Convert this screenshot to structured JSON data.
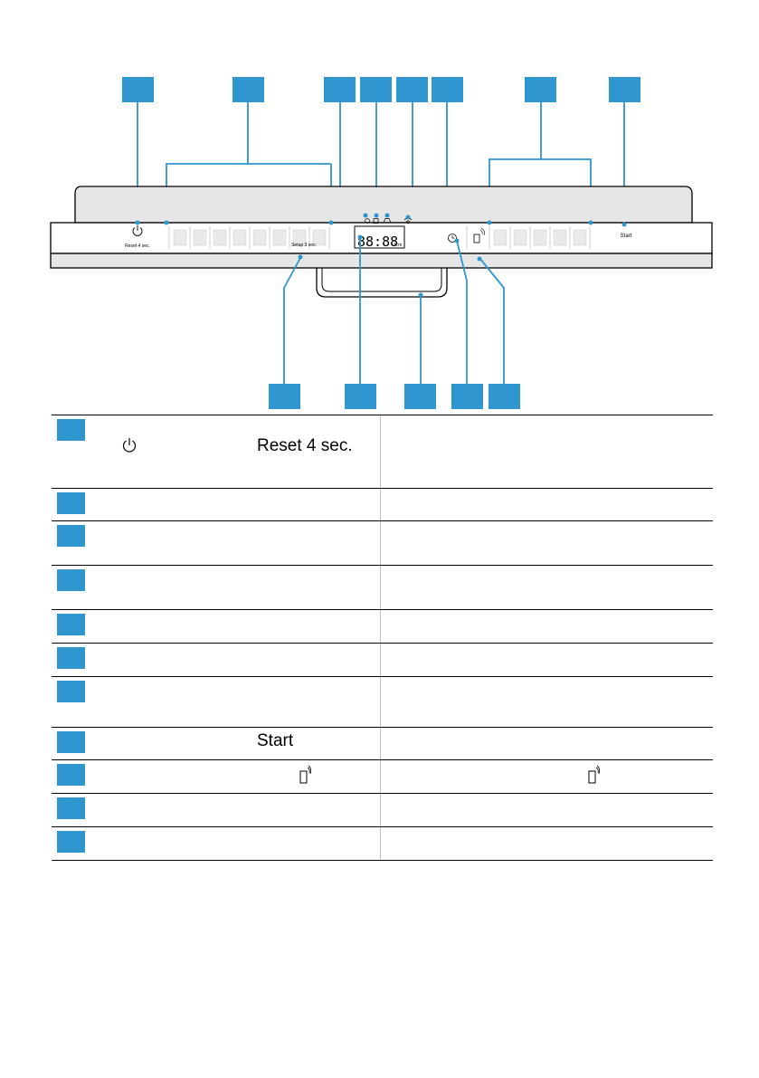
{
  "panel": {
    "power_label": "Reset 4 sec.",
    "setup_label": "Setup 3 sec.",
    "display_digits": "88:88",
    "display_unit": "h:m",
    "start_label": "Start"
  },
  "legend": {
    "rows": [
      {
        "symbol": "power-icon",
        "text": "Reset 4 sec."
      },
      {},
      {},
      {},
      {},
      {},
      {},
      {
        "text": "Start"
      },
      {
        "symbol": "remote-start-icon",
        "symbol_right": "remote-start-icon"
      },
      {},
      {}
    ]
  },
  "colors": {
    "callout": "#2f96cf",
    "panel": "#e6e6e6",
    "line": "#000000"
  }
}
